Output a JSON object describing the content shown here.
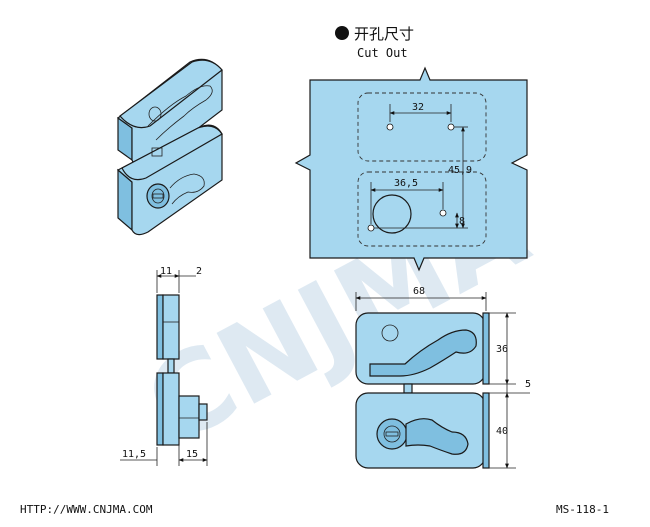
{
  "header": {
    "title_cn": "开孔尺寸",
    "title_en": "Cut Out"
  },
  "cutout": {
    "dim_top_holes": "32",
    "dim_vertical": "45,9",
    "dim_bottom_width": "36,5",
    "dim_small": "8"
  },
  "side_view": {
    "dim_top_a": "11",
    "dim_top_b": "2",
    "dim_bottom_a": "11,5",
    "dim_bottom_b": "15"
  },
  "front_view": {
    "dim_width": "68",
    "dim_upper_height": "36",
    "dim_gap": "5",
    "dim_lower_height": "40"
  },
  "footer": {
    "website": "HTTP://WWW.CNJMA.COM",
    "model": "MS-118-1"
  },
  "watermark": {
    "brand": "CNJMA"
  },
  "colors": {
    "part_fill": "#a6d7ef",
    "outline": "#1a1a1a"
  }
}
